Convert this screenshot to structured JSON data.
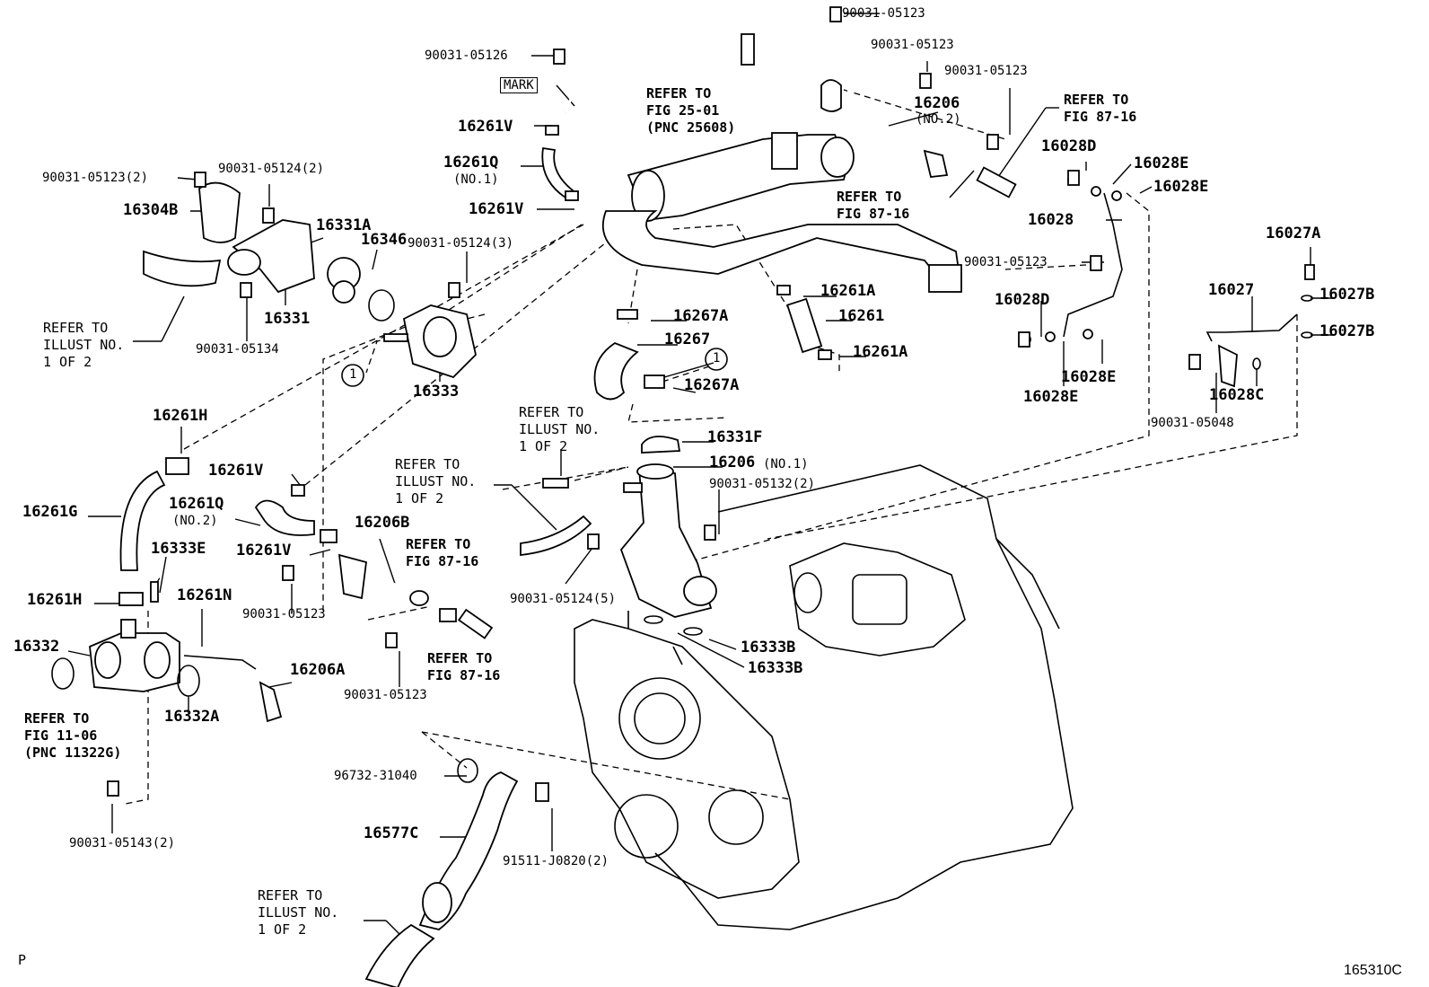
{
  "parts": {
    "p_90031_05123_top": "90031-05123",
    "p_90031_05126": "90031-05126",
    "p_mark": "MARK",
    "p_90031_05123_b": "90031-05123",
    "p_90031_05123_c": "90031-05123",
    "p_16206": "16206",
    "p_16206_no2": "(NO.2)",
    "p_16261V_a": "16261V",
    "p_16261Q_a": "16261Q",
    "p_16261Q_a_no": "(NO.1)",
    "p_16261V_b": "16261V",
    "p_90031_05123_2": "90031-05123(2)",
    "p_90031_05124_2": "90031-05124(2)",
    "p_16304B": "16304B",
    "p_16331A": "16331A",
    "p_16346": "16346",
    "p_16331": "16331",
    "p_90031_05134": "90031-05134",
    "p_90031_05124_3": "90031-05124(3)",
    "p_16333": "16333",
    "p_16028D_a": "16028D",
    "p_16028E_a": "16028E",
    "p_16028E_b": "16028E",
    "p_16028": "16028",
    "p_90031_05123_d": "90031-05123",
    "p_16028D_b": "16028D",
    "p_16028E_c": "16028E",
    "p_16028E_d": "16028E",
    "p_16027A": "16027A",
    "p_16027": "16027",
    "p_16027B_a": "16027B",
    "p_16027B_b": "16027B",
    "p_16028C": "16028C",
    "p_90031_05048": "90031-05048",
    "p_16261A_a": "16261A",
    "p_16261": "16261",
    "p_16261A_b": "16261A",
    "p_16267A_a": "16267A",
    "p_16267": "16267",
    "p_16267A_b": "16267A",
    "p_16261H_a": "16261H",
    "p_16261V_c": "16261V",
    "p_16261G": "16261G",
    "p_16261Q_b": "16261Q",
    "p_16261Q_b_no": "(NO.2)",
    "p_16206B": "16206B",
    "p_16261V_d": "16261V",
    "p_16333E": "16333E",
    "p_16261H_b": "16261H",
    "p_90031_05123_e": "90031-05123",
    "p_16261N": "16261N",
    "p_16332": "16332",
    "p_16206A": "16206A",
    "p_16332A": "16332A",
    "p_90031_05123_f": "90031-05123",
    "p_16331F": "16331F",
    "p_16206_no1": "16206",
    "p_16206_no1_no": "(NO.1)",
    "p_90031_05132_2": "90031-05132(2)",
    "p_90031_05124_5": "90031-05124(5)",
    "p_16333B_a": "16333B",
    "p_16333B_b": "16333B",
    "p_96732_31040": "96732-31040",
    "p_16577C": "16577C",
    "p_91511_J0820": "91511-J0820(2)",
    "p_90031_05143": "90031-05143(2)",
    "callout_1a": "1",
    "callout_1b": "1"
  },
  "refs": {
    "r_fig25": "REFER TO\nFIG 25-01\n(PNC 25608)",
    "r_fig87_a": "REFER TO\nFIG 87-16",
    "r_fig87_b": "REFER TO\nFIG 87-16",
    "r_illust_a": "REFER TO\nILLUST NO.\n1 OF 2",
    "r_illust_b": "REFER TO\nILLUST NO.\n1 OF 2",
    "r_illust_c": "REFER TO\nILLUST NO.\n1 OF 2",
    "r_fig87_c": "REFER TO\nFIG 87-16",
    "r_fig87_d": "REFER TO\nFIG 87-16",
    "r_fig11": "REFER TO\nFIG 11-06\n(PNC 11322G)",
    "r_illust_d": "REFER TO\nILLUST NO.\n1 OF 2"
  },
  "footer": {
    "page_code": "P",
    "figure_code": "165310C"
  }
}
